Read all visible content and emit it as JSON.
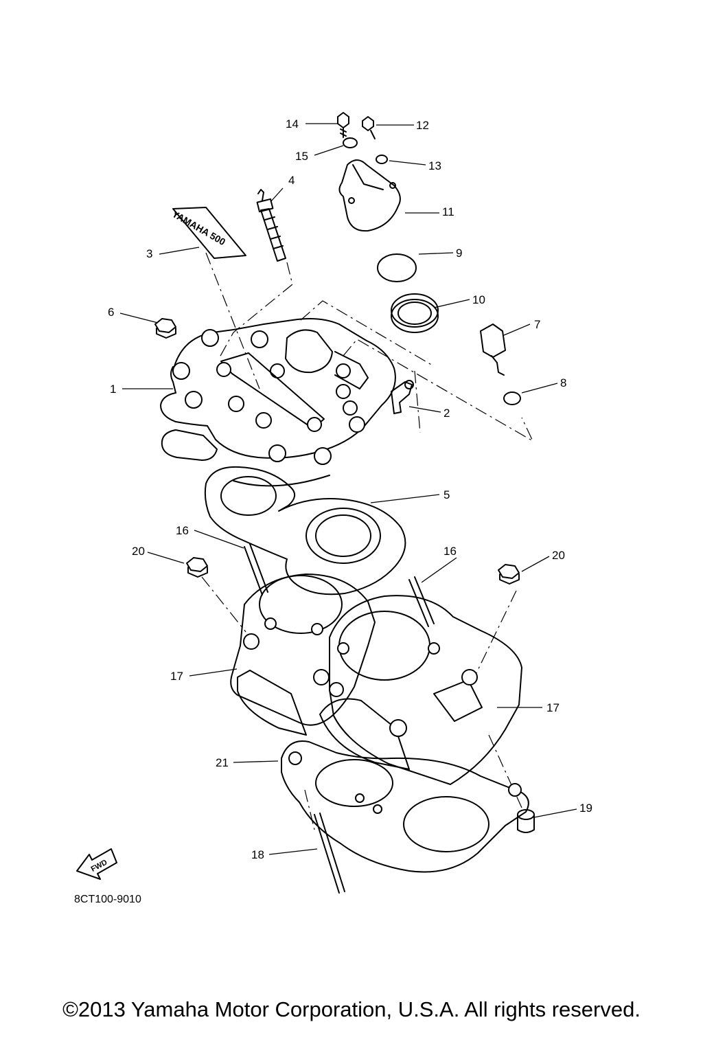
{
  "drawing_number": "8CT100-9010",
  "copyright": "©2013 Yamaha Motor Corporation, U.S.A. All rights reserved.",
  "sticker_text": "YAMAHA 500",
  "fwd_label": "FWD",
  "callouts": [
    "1",
    "2",
    "3",
    "4",
    "5",
    "6",
    "7",
    "8",
    "9",
    "10",
    "11",
    "12",
    "13",
    "14",
    "15",
    "16",
    "16",
    "17",
    "17",
    "18",
    "19",
    "20",
    "20",
    "21"
  ]
}
